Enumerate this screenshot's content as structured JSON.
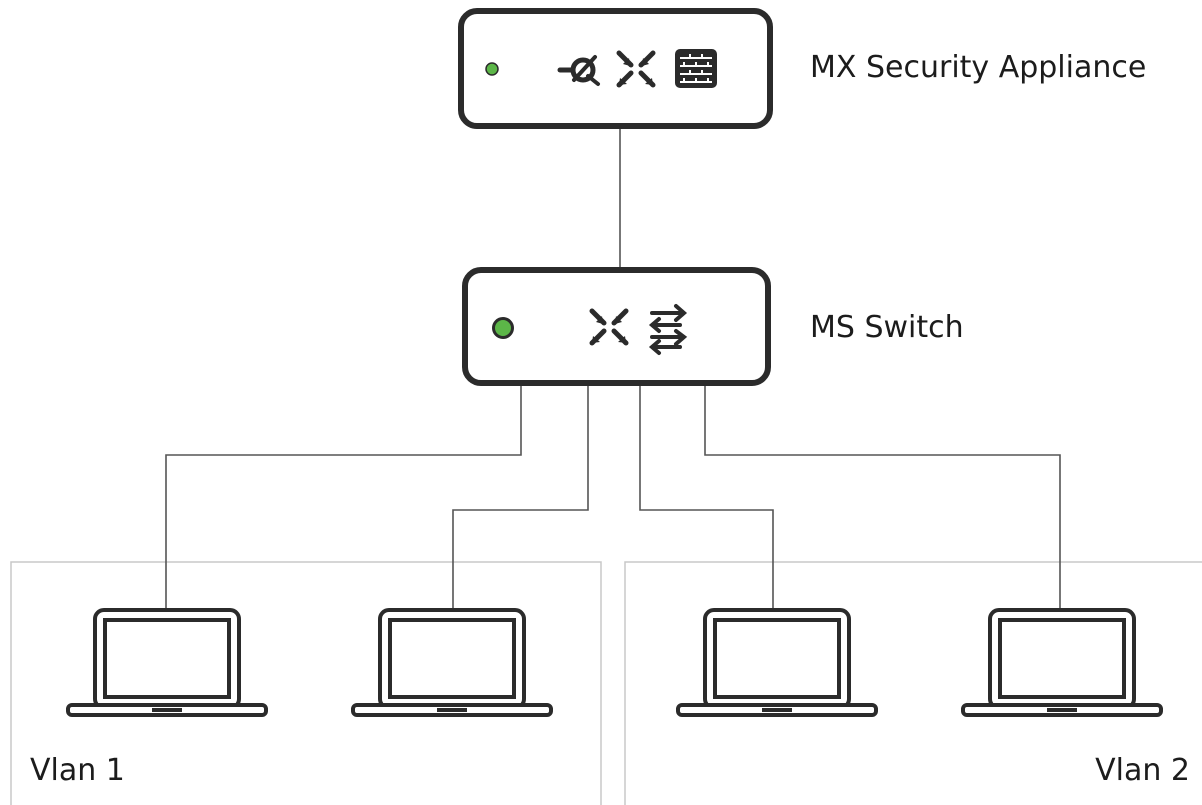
{
  "devices": {
    "mx": {
      "label": "MX Security Appliance",
      "icons": [
        "vpn-key-icon",
        "network-crossover-icon",
        "firewall-icon"
      ],
      "status_color": "#5cb648"
    },
    "ms": {
      "label": "MS Switch",
      "icons": [
        "network-crossover-icon",
        "switch-arrows-icon"
      ],
      "status_color": "#5cb648"
    }
  },
  "vlans": [
    {
      "label": "Vlan 1",
      "clients": [
        "laptop-icon",
        "laptop-icon"
      ]
    },
    {
      "label": "Vlan 2",
      "clients": [
        "laptop-icon",
        "laptop-icon"
      ]
    }
  ],
  "colors": {
    "device_border": "#2b2b2b",
    "vlan_border": "#c8c8c8",
    "wire": "#555555",
    "text": "#1c1c1c"
  }
}
